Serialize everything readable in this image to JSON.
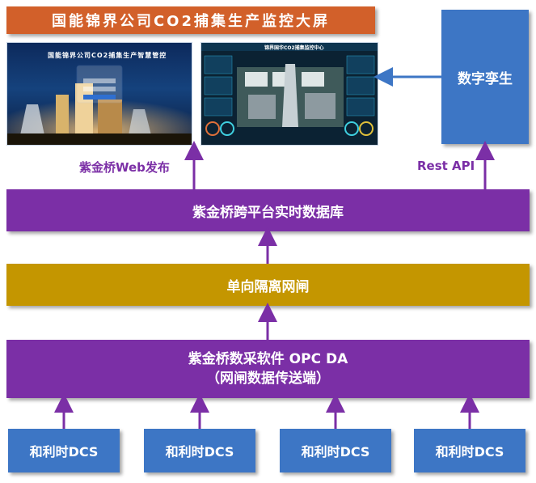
{
  "title": "国能锦界公司CO2捕集生产监控大屏",
  "login_screen": {
    "caption": "国能锦界公司CO2捕集生产智慧管控"
  },
  "dashboard_screen": {
    "caption": "锦界国华CO2捕集监控中心"
  },
  "digital_twin": "数字孪生",
  "edge_labels": {
    "web_publish": "紫金桥Web发布",
    "rest_api": "Rest API"
  },
  "realtime_db": "紫金桥跨平台实时数据库",
  "network_gap": "单向隔离网闸",
  "opc": {
    "line1": "紫金桥数采软件 OPC DA",
    "line2": "（网闸数据传送端）"
  },
  "dcs_sources": [
    "和利时DCS",
    "和利时DCS",
    "和利时DCS",
    "和利时DCS"
  ],
  "colors": {
    "title_orange": "#d2602a",
    "purple": "#7b2fa6",
    "gold": "#c49600",
    "blue": "#3d76c5"
  }
}
